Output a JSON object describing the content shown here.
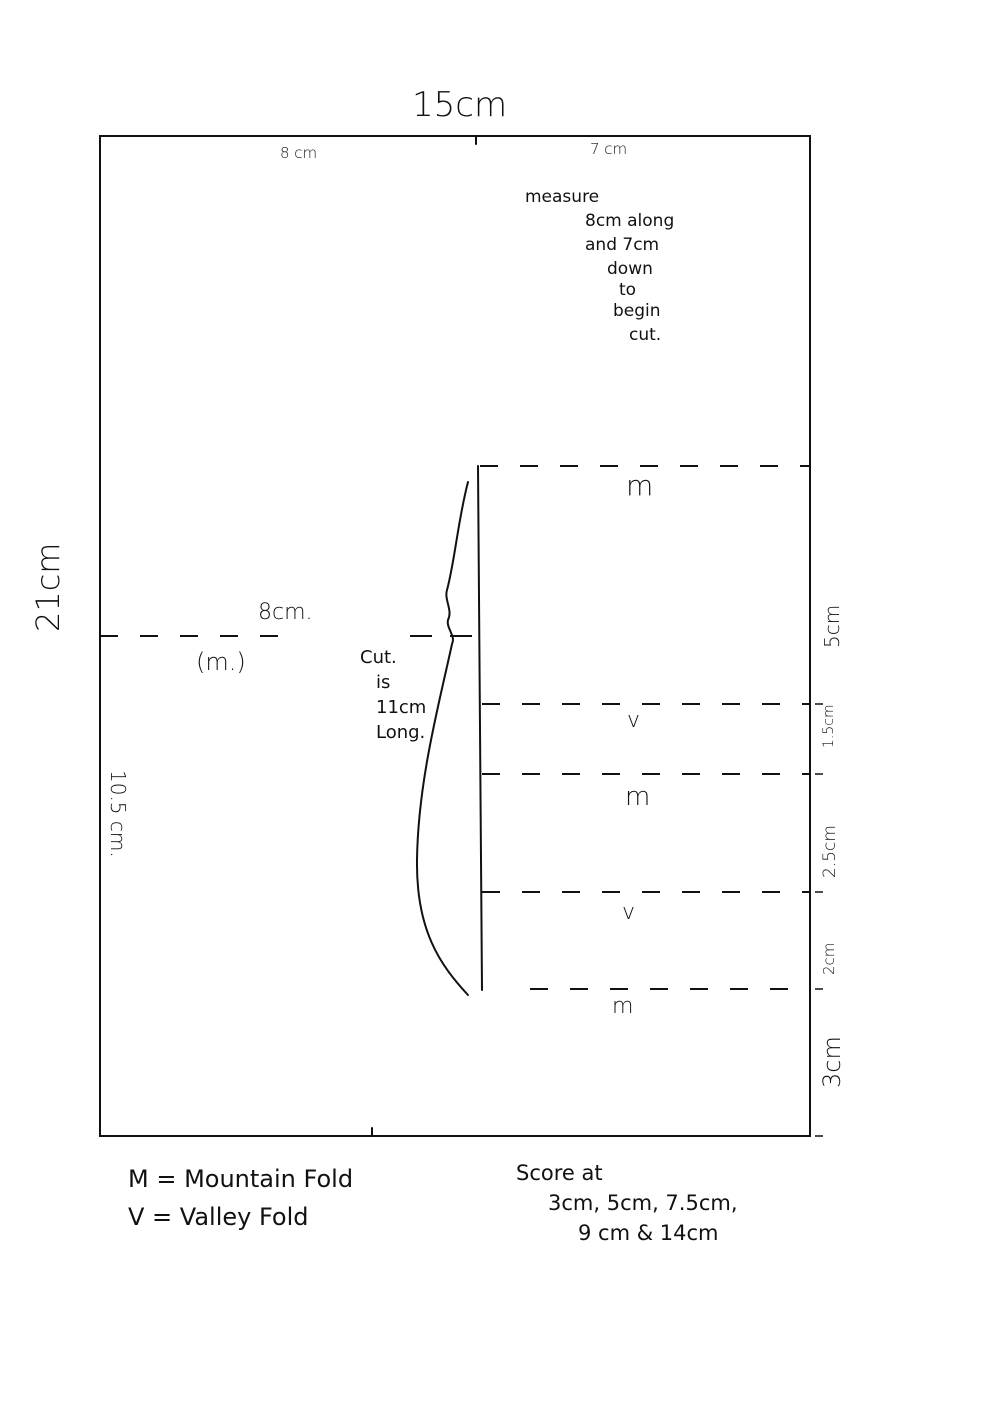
{
  "dimensions": {
    "width_label": "15cm",
    "height_label": "21cm",
    "top_left_label": "8 cm",
    "top_right_label": "7 cm",
    "left_fold_length_label": "8cm.",
    "left_fold_type_label": "(m.)",
    "left_half_label": "10.5 cm."
  },
  "instructions": {
    "measure_lines": [
      "measure",
      "8cm along",
      "and 7cm",
      "down",
      "to",
      "begin",
      "cut."
    ],
    "cut_lines": [
      "Cut.",
      "is",
      "11cm",
      "Long."
    ]
  },
  "fold_labels": {
    "first": "m",
    "second": "v",
    "third": "m",
    "fourth": "v",
    "fifth": "m"
  },
  "spacing_labels": {
    "s1": "5cm",
    "s2": "1.5cm",
    "s3": "2.5cm",
    "s4": "2cm",
    "s5": "3cm"
  },
  "legend": {
    "mountain": "M = Mountain Fold",
    "valley": "V = Valley Fold"
  },
  "score_note": {
    "lines": [
      "Score at",
      "3cm, 5cm, 7.5cm,",
      "9 cm & 14cm"
    ]
  }
}
